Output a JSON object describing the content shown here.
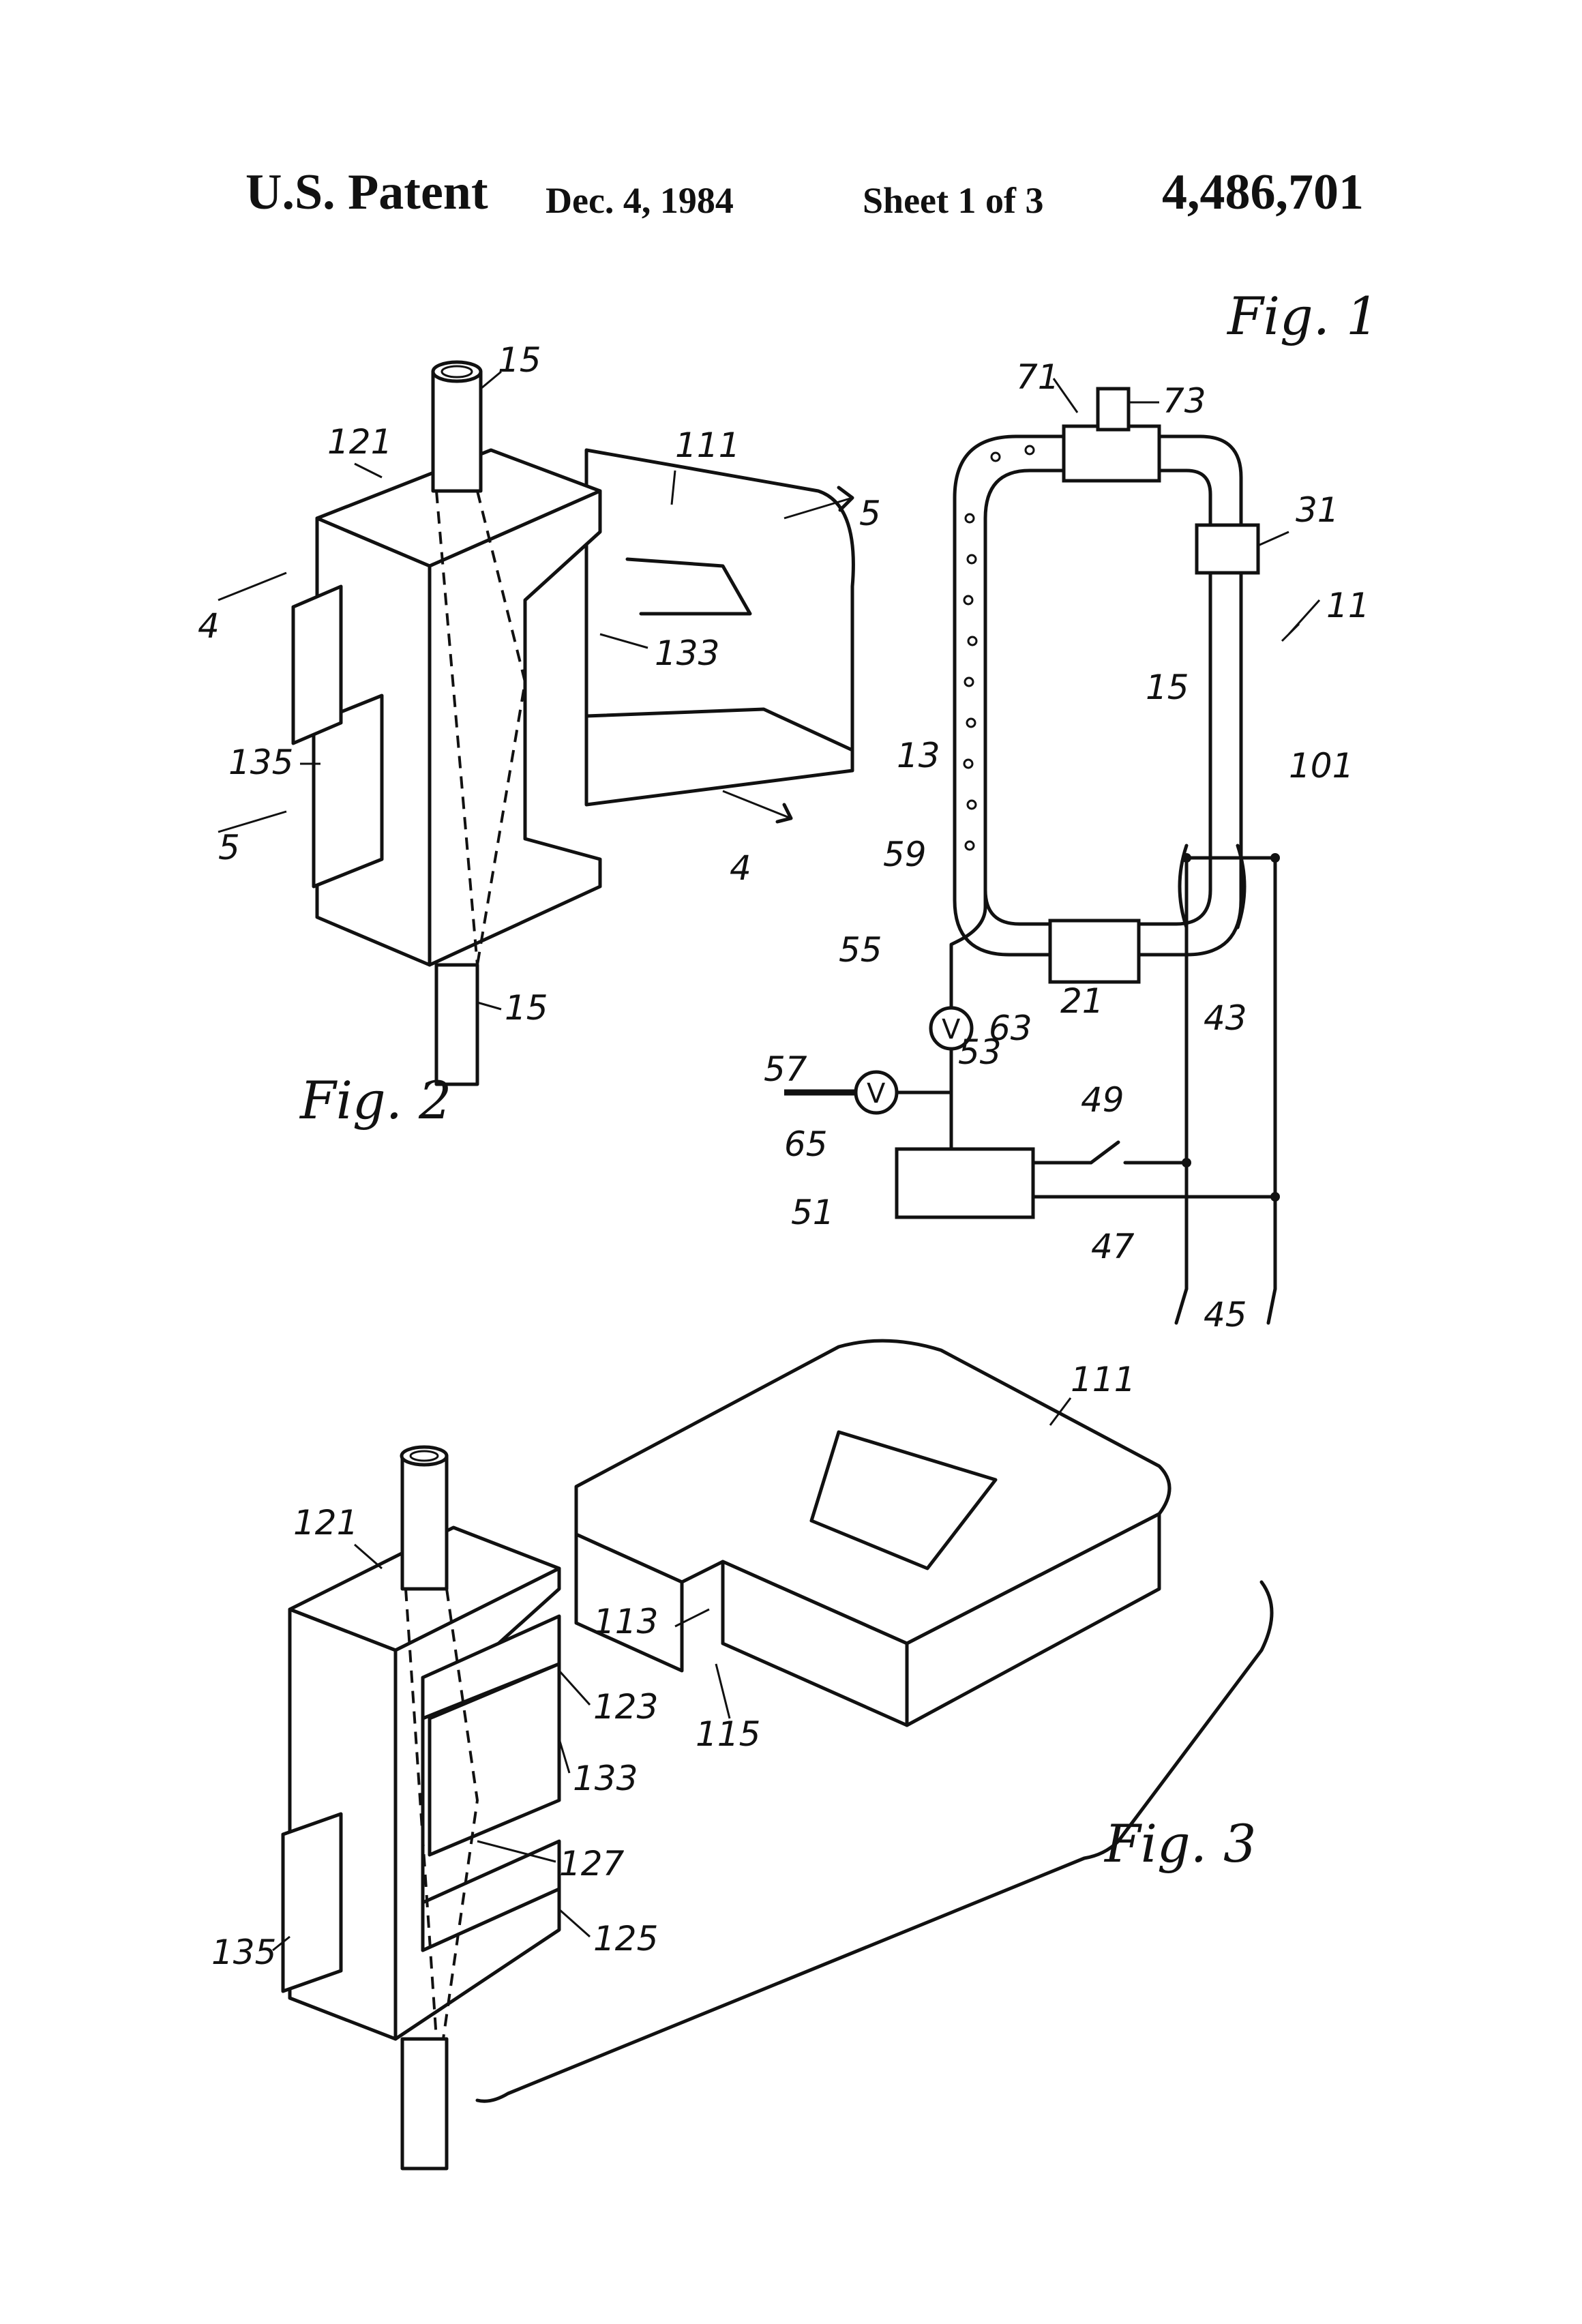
{
  "header": {
    "title": "U.S. Patent",
    "date": "Dec. 4, 1984",
    "sheet": "Sheet 1 of 3",
    "patent_number": "4,486,701"
  },
  "figures": {
    "fig1": {
      "caption": "Fig. 1",
      "refs": [
        "11",
        "13",
        "15",
        "21",
        "31",
        "43",
        "45",
        "47",
        "49",
        "51",
        "53",
        "55",
        "57",
        "59",
        "63",
        "65",
        "71",
        "73",
        "101"
      ],
      "valve_label": "V"
    },
    "fig2": {
      "caption": "Fig. 2",
      "refs": [
        "15",
        "111",
        "121",
        "133",
        "135",
        "15"
      ],
      "section_marks": [
        "4",
        "4",
        "5",
        "5"
      ]
    },
    "fig3": {
      "caption": "Fig. 3",
      "refs": [
        "111",
        "113",
        "115",
        "121",
        "123",
        "125",
        "127",
        "133",
        "135"
      ]
    }
  }
}
